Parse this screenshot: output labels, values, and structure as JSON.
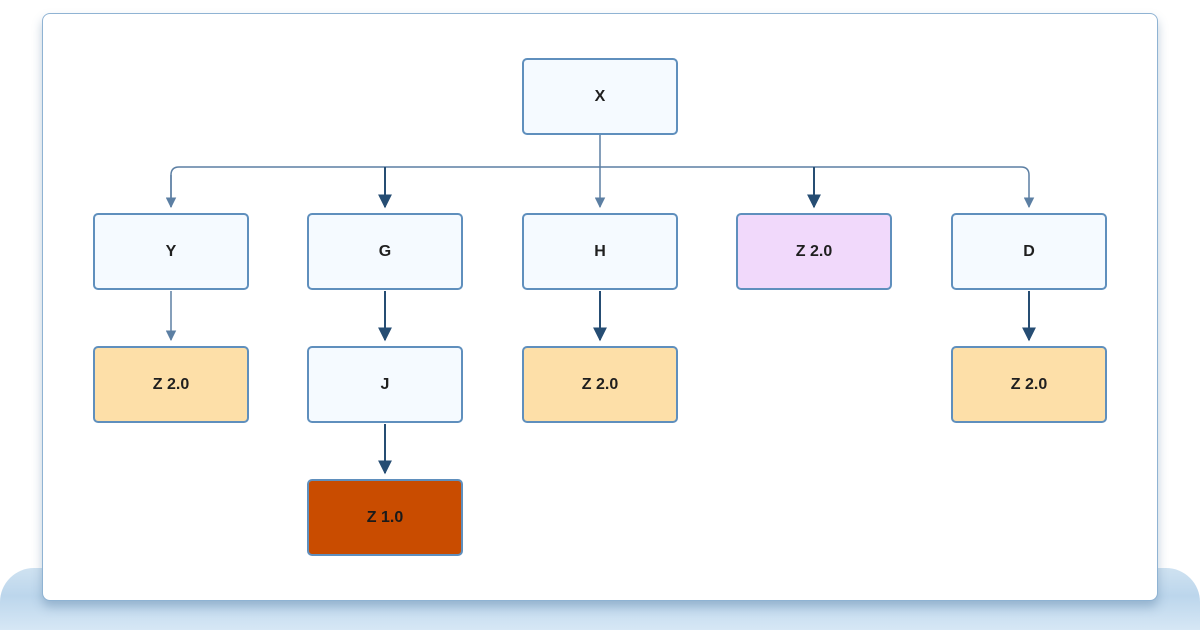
{
  "diagram": {
    "nodes": {
      "x": "X",
      "y": "Y",
      "g": "G",
      "h": "H",
      "z_mid": "Z 2.0",
      "d": "D",
      "z_under_y": "Z 2.0",
      "j": "J",
      "z_under_h": "Z 2.0",
      "z_under_d": "Z 2.0",
      "z_under_j": "Z 1.0"
    },
    "colors": {
      "default_fill": "#f5faff",
      "orange_fill": "#fddfa8",
      "purple_fill": "#f1d9fb",
      "dark_fill": "#c94c00",
      "border": "#5f8fbd",
      "edge_light": "#5c7fa3",
      "edge_dark": "#264d73"
    }
  }
}
